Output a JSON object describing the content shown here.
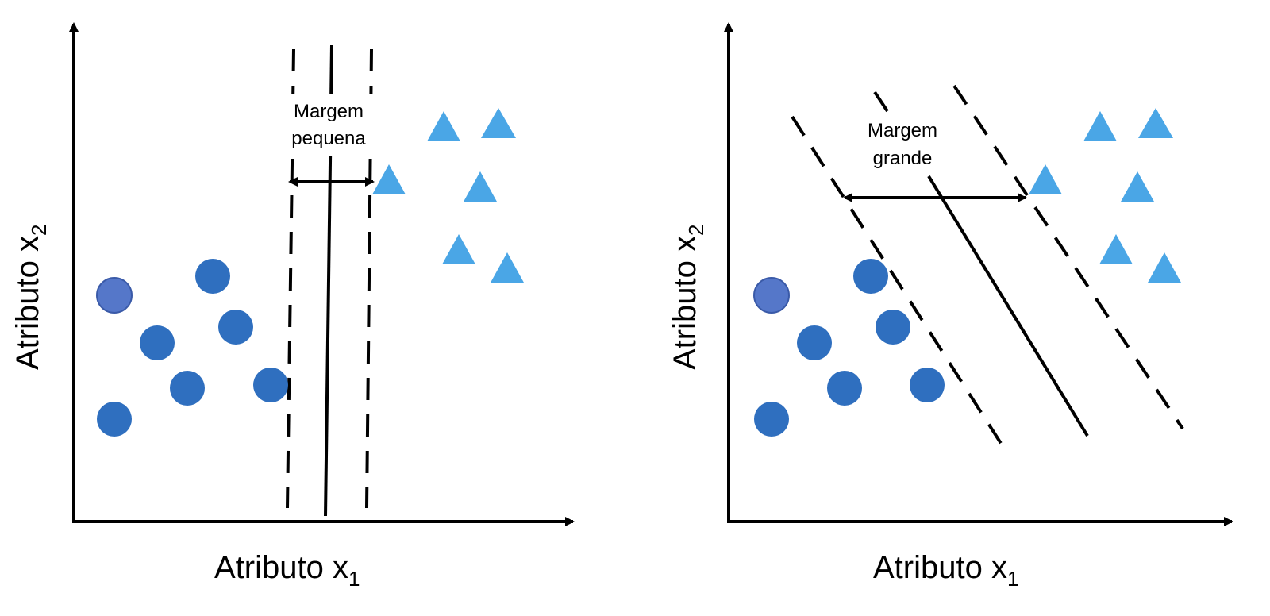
{
  "panels": [
    {
      "x_label_base": "Atributo x",
      "x_label_sub": "1",
      "y_label_base": "Atributo x",
      "y_label_sub": "2",
      "margin_label_line1": "Margem",
      "margin_label_line2": "pequena"
    },
    {
      "x_label_base": "Atributo x",
      "x_label_sub": "1",
      "y_label_base": "Atributo x",
      "y_label_sub": "2",
      "margin_label_line1": "Margem",
      "margin_label_line2": "grande"
    }
  ],
  "colors": {
    "circle": "#2f6fbf",
    "circle_highlight": "#5577c9",
    "triangle": "#4aa6e6",
    "line": "#000000"
  }
}
